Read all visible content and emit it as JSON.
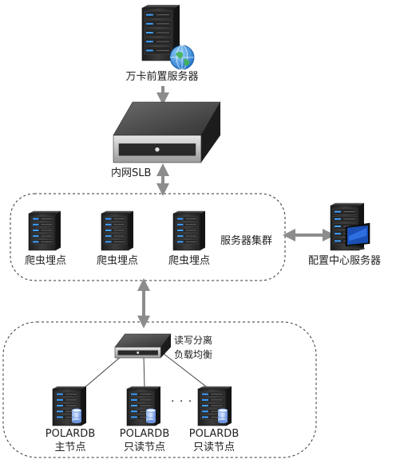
{
  "front_server": {
    "label": "万卡前置服务器"
  },
  "slb": {
    "label": "内网SLB"
  },
  "cluster": {
    "label": "服务器集群",
    "nodes": [
      {
        "label": "爬虫埋点"
      },
      {
        "label": "爬虫埋点"
      },
      {
        "label": "爬虫埋点"
      }
    ]
  },
  "config_server": {
    "label": "配置中心服务器"
  },
  "rw_split": {
    "line1": "读写分离",
    "line2": "负载均衡"
  },
  "polardb": {
    "ellipsis": "· · ·",
    "nodes": [
      {
        "name": "POLARDB",
        "role": "主节点"
      },
      {
        "name": "POLARDB",
        "role": "只读节点"
      },
      {
        "name": "POLARDB",
        "role": "只读节点"
      }
    ]
  },
  "colors": {
    "arrow": "#8c8c8c",
    "border": "#333333",
    "server_dark": "#2e2e2e",
    "disk_blue": "#4a7bd0"
  }
}
